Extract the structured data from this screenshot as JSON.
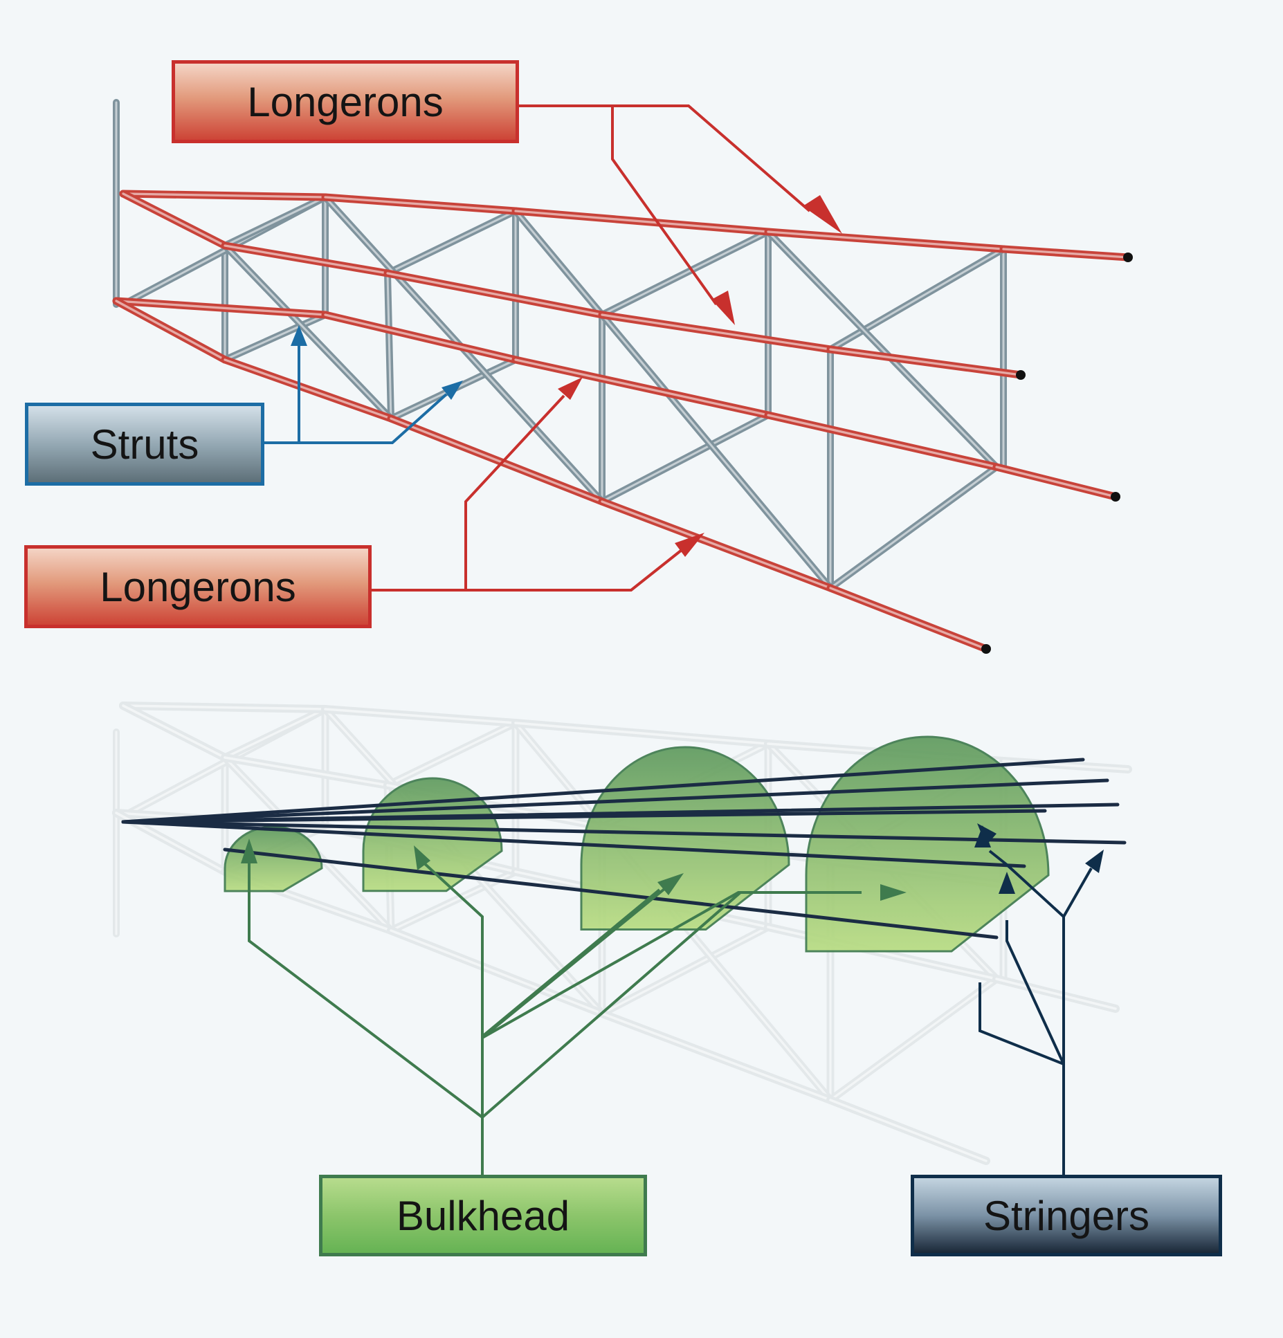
{
  "labels": {
    "longerons_top": "Longerons",
    "struts": "Struts",
    "longerons_bottom": "Longerons",
    "bulkhead": "Bulkhead",
    "stringers": "Stringers"
  },
  "colors": {
    "background": "#f3f7f9",
    "longeron": "#c8433a",
    "strut": "#7f939d",
    "strut_light": "#e3e8ea",
    "struts_callout": "#1c6da5",
    "longerons_callout": "#c8302d",
    "bulkhead": "#8cc56b",
    "bulkhead_callout": "#3f7b4e",
    "stringer": "#1b2c44",
    "stringers_callout": "#0f2e4a"
  }
}
